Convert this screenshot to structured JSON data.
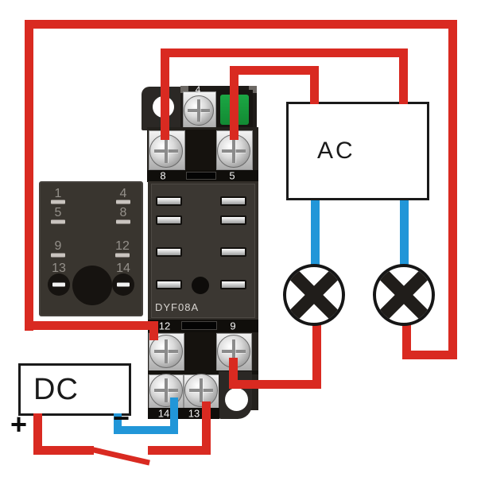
{
  "colors": {
    "wire_red": "#d92a21",
    "wire_blue": "#2196d8",
    "led_green": "#1ba744"
  },
  "relay": {
    "pins": [
      "1",
      "4",
      "5",
      "8",
      "9",
      "12",
      "13",
      "14"
    ]
  },
  "socket": {
    "model": "DYF08A",
    "terminal_top": "4",
    "terminals_mid": [
      "8",
      "5"
    ],
    "terminals_lower": [
      "12",
      "9"
    ],
    "terminals_bottom": [
      "14",
      "13"
    ]
  },
  "ac": {
    "label": "AC"
  },
  "dc": {
    "label": "DC",
    "plus": "+",
    "minus": "−"
  },
  "icons": {
    "lamps": [
      "lamp-crossed-circle-icon",
      "lamp-crossed-circle-icon"
    ],
    "led": "relay-led-indicator",
    "switch": "open-switch-blade"
  }
}
